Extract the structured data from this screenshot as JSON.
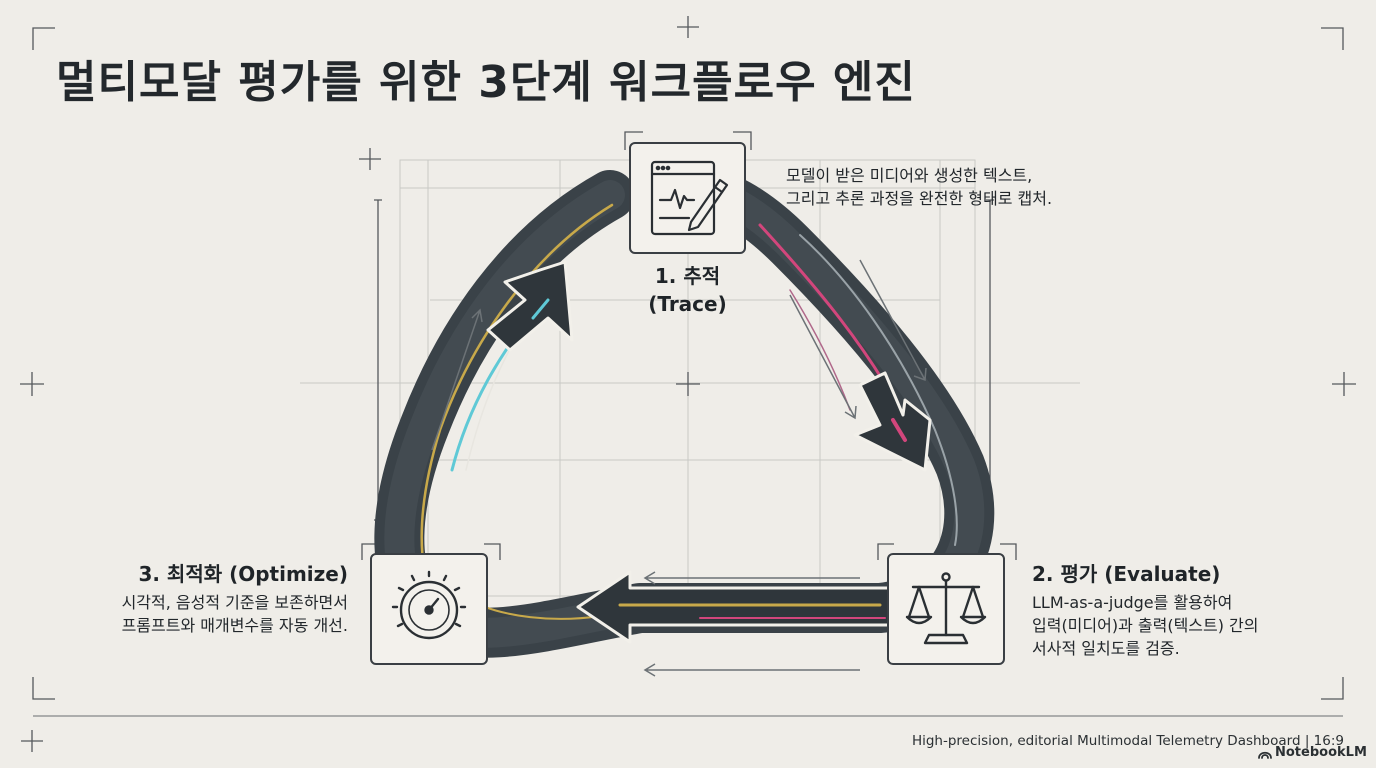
{
  "title": "멀티모달 평가를 위한 3단계 워크플로우 엔진",
  "steps": [
    {
      "label_line1": "1. 추적",
      "label_line2": "(Trace)",
      "description": [
        "모델이 받은 미디어와 생성한 텍스트,",
        "그리고 추론 과정을 완전한 형태로 캡처."
      ],
      "icon": "document-pen-icon"
    },
    {
      "label": "2. 평가 (Evaluate)",
      "description": [
        "LLM-as-a-judge를 활용하여",
        "입력(미디어)과 출력(텍스트) 간의",
        "서사적 일치도를 검증."
      ],
      "icon": "balance-scale-icon"
    },
    {
      "label": "3. 최적화 (Optimize)",
      "description": [
        "시각적, 음성적 기준을 보존하면서",
        "프롬프트와 매개변수를 자동 개선."
      ],
      "icon": "speedometer-gauge-icon"
    }
  ],
  "footer": {
    "caption": "High-precision, editorial Multimodal Telemetry Dashboard  |  16:9",
    "brand": "NotebookLM",
    "brand_icon": "notebooklm-logo-icon"
  },
  "colors": {
    "background": "#efede8",
    "track": "#3a4248",
    "ink": "#1f2428",
    "accent_cyan": "#5fc9d6",
    "accent_gold": "#c8a94a",
    "accent_pink": "#d2467c"
  }
}
